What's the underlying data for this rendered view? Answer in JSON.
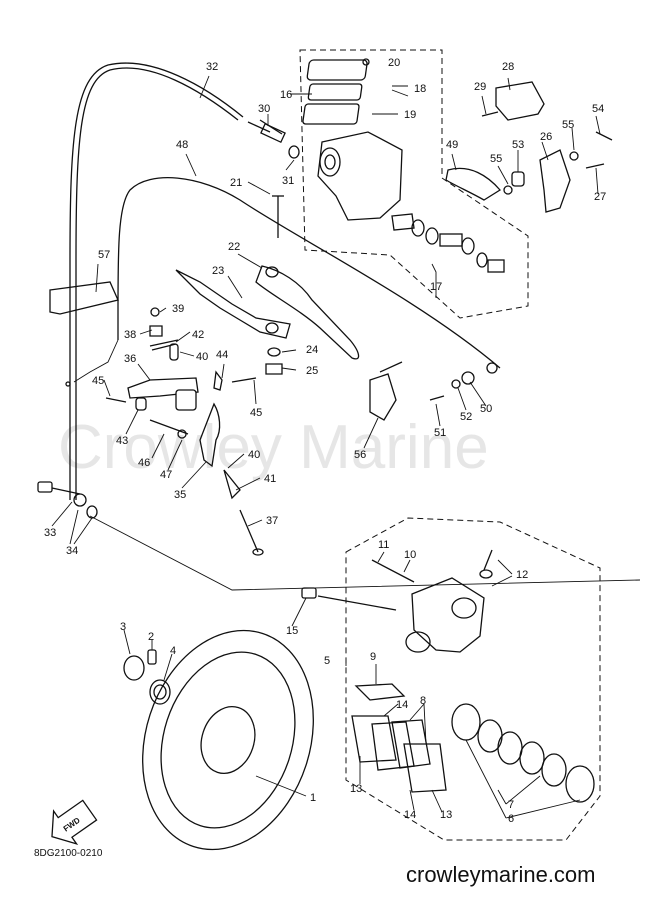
{
  "watermark": "Crowley Marine",
  "site_url": "crowleymarine.com",
  "diagram_code": "8DG2100-0210",
  "fwd_label": "FWD",
  "callouts": [
    {
      "id": "c1",
      "label": "1"
    },
    {
      "id": "c2",
      "label": "2"
    },
    {
      "id": "c3",
      "label": "3"
    },
    {
      "id": "c4",
      "label": "4"
    },
    {
      "id": "c5",
      "label": "5"
    },
    {
      "id": "c6",
      "label": "6"
    },
    {
      "id": "c7",
      "label": "7"
    },
    {
      "id": "c8",
      "label": "8"
    },
    {
      "id": "c9",
      "label": "9"
    },
    {
      "id": "c10",
      "label": "10"
    },
    {
      "id": "c11",
      "label": "11"
    },
    {
      "id": "c12",
      "label": "12"
    },
    {
      "id": "c13a",
      "label": "13"
    },
    {
      "id": "c13b",
      "label": "13"
    },
    {
      "id": "c14a",
      "label": "14"
    },
    {
      "id": "c14b",
      "label": "14"
    },
    {
      "id": "c15",
      "label": "15"
    },
    {
      "id": "c16",
      "label": "16"
    },
    {
      "id": "c17",
      "label": "17"
    },
    {
      "id": "c18",
      "label": "18"
    },
    {
      "id": "c19",
      "label": "19"
    },
    {
      "id": "c20",
      "label": "20"
    },
    {
      "id": "c21",
      "label": "21"
    },
    {
      "id": "c22",
      "label": "22"
    },
    {
      "id": "c23",
      "label": "23"
    },
    {
      "id": "c24",
      "label": "24"
    },
    {
      "id": "c25",
      "label": "25"
    },
    {
      "id": "c26",
      "label": "26"
    },
    {
      "id": "c27",
      "label": "27"
    },
    {
      "id": "c28",
      "label": "28"
    },
    {
      "id": "c29",
      "label": "29"
    },
    {
      "id": "c30",
      "label": "30"
    },
    {
      "id": "c31",
      "label": "31"
    },
    {
      "id": "c32",
      "label": "32"
    },
    {
      "id": "c33",
      "label": "33"
    },
    {
      "id": "c34",
      "label": "34"
    },
    {
      "id": "c35",
      "label": "35"
    },
    {
      "id": "c36",
      "label": "36"
    },
    {
      "id": "c37",
      "label": "37"
    },
    {
      "id": "c38",
      "label": "38"
    },
    {
      "id": "c39",
      "label": "39"
    },
    {
      "id": "c40a",
      "label": "40"
    },
    {
      "id": "c40b",
      "label": "40"
    },
    {
      "id": "c41",
      "label": "41"
    },
    {
      "id": "c42",
      "label": "42"
    },
    {
      "id": "c43",
      "label": "43"
    },
    {
      "id": "c44",
      "label": "44"
    },
    {
      "id": "c45a",
      "label": "45"
    },
    {
      "id": "c45b",
      "label": "45"
    },
    {
      "id": "c46",
      "label": "46"
    },
    {
      "id": "c47",
      "label": "47"
    },
    {
      "id": "c48",
      "label": "48"
    },
    {
      "id": "c49",
      "label": "49"
    },
    {
      "id": "c50",
      "label": "50"
    },
    {
      "id": "c51",
      "label": "51"
    },
    {
      "id": "c52",
      "label": "52"
    },
    {
      "id": "c53",
      "label": "53"
    },
    {
      "id": "c54",
      "label": "54"
    },
    {
      "id": "c55a",
      "label": "55"
    },
    {
      "id": "c55b",
      "label": "55"
    },
    {
      "id": "c56",
      "label": "56"
    },
    {
      "id": "c57",
      "label": "57"
    }
  ]
}
